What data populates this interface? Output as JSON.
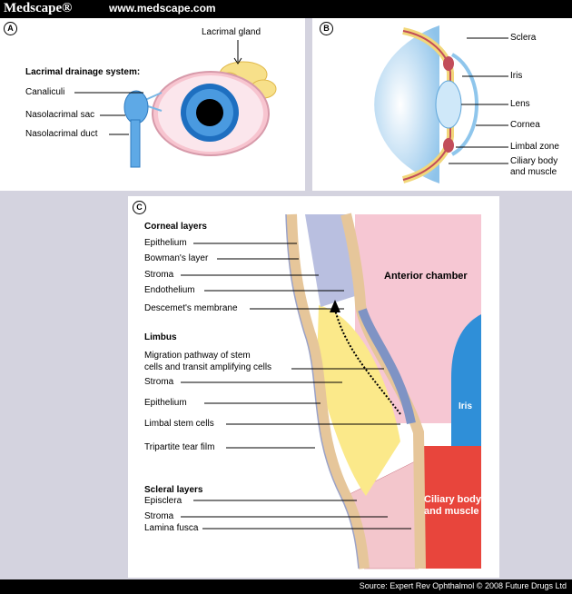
{
  "header": {
    "brand": "Medscape®",
    "url": "www.medscape.com"
  },
  "footer": {
    "source": "Source: Expert Rev Ophthalmol © 2008 Future Drugs Ltd"
  },
  "panelA": {
    "letter": "A",
    "lacrimal_gland": "Lacrimal gland",
    "drainage_title": "Lacrimal drainage system:",
    "canaliculi": "Canaliculi",
    "sac": "Nasolacrimal sac",
    "duct": "Nasolacrimal duct"
  },
  "panelB": {
    "letter": "B",
    "sclera": "Sclera",
    "iris": "Iris",
    "lens": "Lens",
    "cornea": "Cornea",
    "limbal_zone": "Limbal zone",
    "ciliary_1": "Ciliary body",
    "ciliary_2": "and muscle"
  },
  "panelC": {
    "letter": "C",
    "corneal_title": "Corneal layers",
    "epithelium": "Epithelium",
    "bowman": "Bowman's layer",
    "stroma": "Stroma",
    "endothelium": "Endothelium",
    "descemet": "Descemet's membrane",
    "limbus_title": "Limbus",
    "migration_1": "Migration pathway of stem",
    "migration_2": "cells and transit amplifying cells",
    "limbus_stroma": "Stroma",
    "limbus_epithelium": "Epithelium",
    "stem_cells": "Limbal stem cells",
    "tear_film": "Tripartite tear film",
    "scleral_title": "Scleral layers",
    "episclera": "Episclera",
    "scleral_stroma": "Stroma",
    "lamina": "Lamina fusca",
    "anterior_chamber": "Anterior chamber",
    "iris": "Iris",
    "ciliary_1": "Ciliary body",
    "ciliary_2": "and muscle"
  },
  "colors": {
    "background": "#d4d3df",
    "iris_blue": "#2f8fd8",
    "ciliary_red": "#e8453c",
    "limbus_yellow": "#fbe98a",
    "anterior_pink": "#f6c7d3"
  }
}
